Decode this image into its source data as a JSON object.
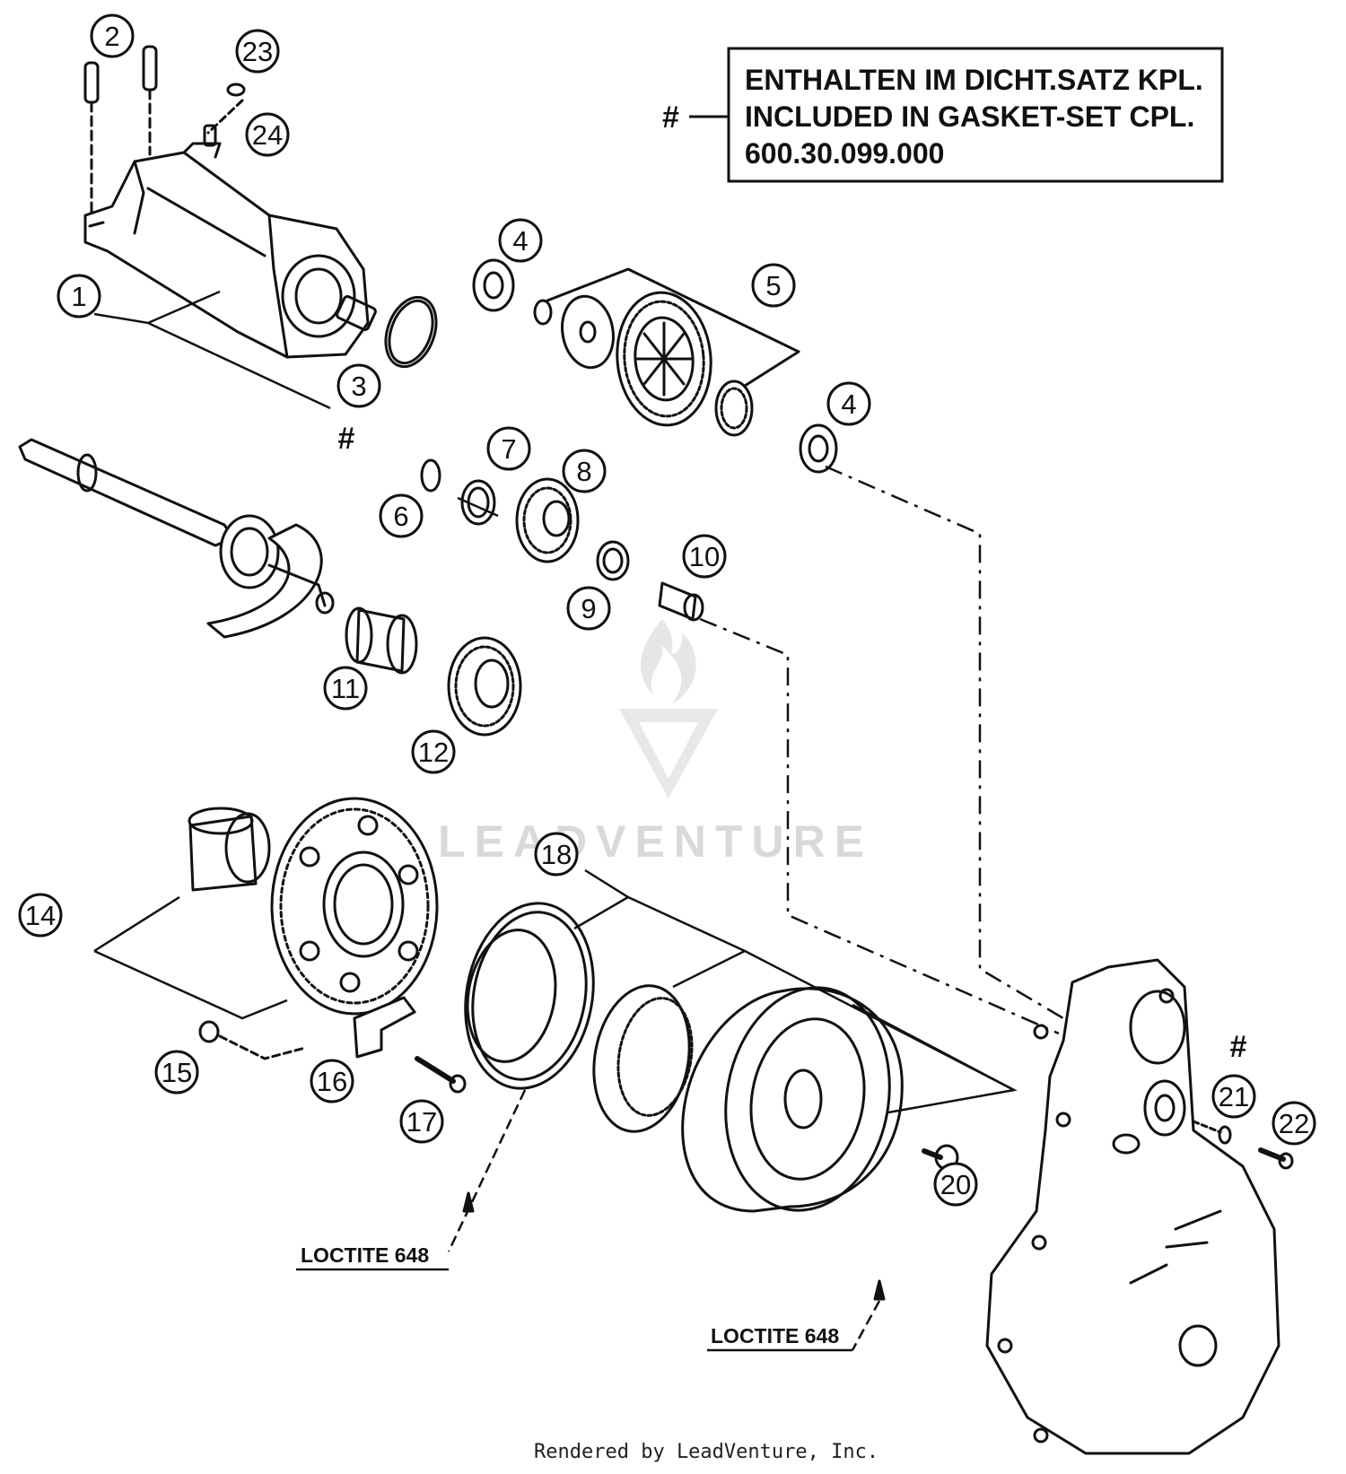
{
  "note": {
    "hash": "#",
    "line1": "ENTHALTEN IM DICHT.SATZ KPL.",
    "line2": "INCLUDED IN GASKET-SET CPL.",
    "line3": "600.30.099.000"
  },
  "hash_marks": [
    "#",
    "#",
    "#"
  ],
  "callouts": [
    "1",
    "2",
    "3",
    "4",
    "4",
    "5",
    "6",
    "7",
    "8",
    "9",
    "10",
    "11",
    "12",
    "14",
    "15",
    "16",
    "17",
    "18",
    "20",
    "21",
    "22",
    "23",
    "24"
  ],
  "loctite": [
    "LOCTITE 648",
    "LOCTITE 648"
  ],
  "watermark": "LEADVENTURE",
  "footer": "Rendered by LeadVenture, Inc.",
  "colors": {
    "ink": "#111111",
    "watermark": "#d9d9d9"
  }
}
